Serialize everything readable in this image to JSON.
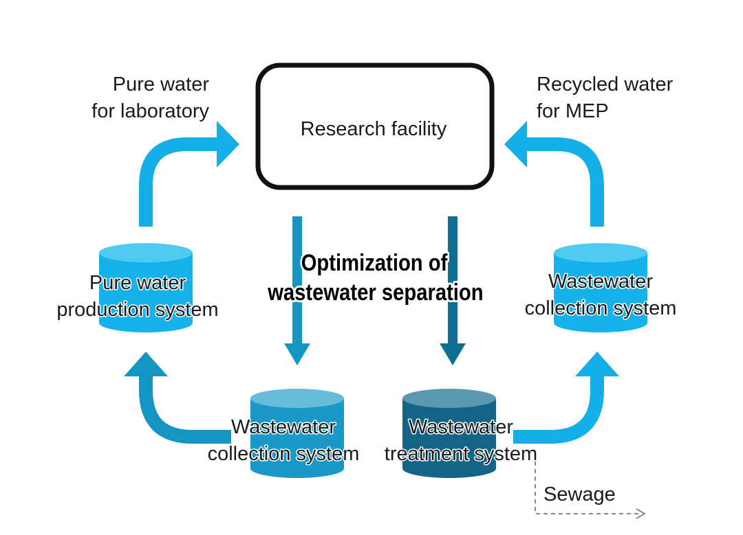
{
  "colors": {
    "arrow_blue": "#14aee8",
    "arrow_teal": "#1595c4",
    "arrow_dark": "#0f6f92",
    "tank_light": "#16b3ea",
    "tank_light_top": "#4fcaf2",
    "tank_mid": "#1a98c8",
    "tank_mid_top": "#67bcd9",
    "tank_dark": "#136487",
    "tank_dark_top": "#5b98b0",
    "outline": "#111111",
    "dashed": "#888888"
  },
  "facility": {
    "label": "Research facility"
  },
  "center": {
    "line1": "Optimization of",
    "line2": "wastewater separation"
  },
  "top_left": {
    "line1": "Pure water",
    "line2": "for laboratory"
  },
  "top_right": {
    "line1": "Recycled water",
    "line2": "for MEP"
  },
  "tank_pure": {
    "line1": "Pure water",
    "line2": "production system"
  },
  "tank_collect_right": {
    "line1": "Wastewater",
    "line2": "collection system"
  },
  "tank_collect_bottom": {
    "line1": "Wastewater",
    "line2": "collection system"
  },
  "tank_treatment": {
    "line1": "Wastewater",
    "line2": "treatment system"
  },
  "sewage": {
    "label": "Sewage"
  }
}
